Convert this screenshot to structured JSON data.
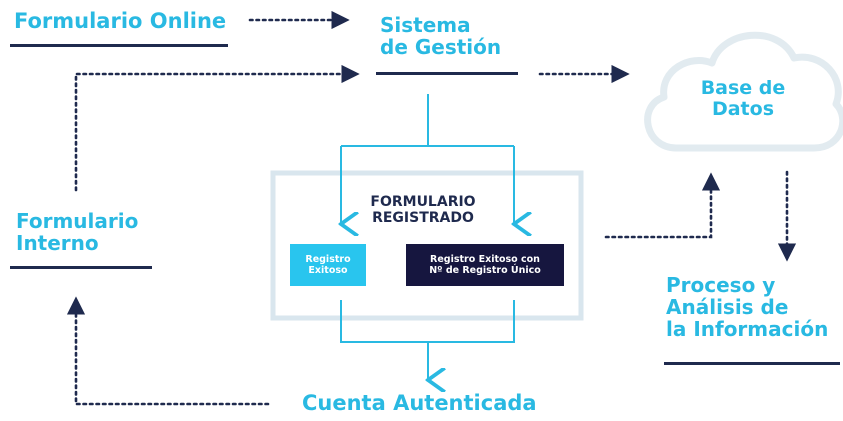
{
  "colors": {
    "accent": "#29b9e2",
    "navy": "#1f2a4e",
    "box_cyan": "#29c5ee",
    "box_navy": "#16163f",
    "frame": "#d9e6ee",
    "cloud": "#e2ebf0"
  },
  "nodes": {
    "formulario_online": "Formulario Online",
    "sistema_gestion": "Sistema\nde Gestión",
    "base_datos": "Base de\nDatos",
    "formulario_interno": "Formulario\nInterno",
    "formulario_registrado": "FORMULARIO\nREGISTRADO",
    "registro_exitoso": "Registro\nExitoso",
    "registro_exitoso_unico": "Registro Exitoso con\nNº de Registro Único",
    "proceso_analisis": "Proceso y\nAnálisis de\nla Información",
    "cuenta_autenticada": "Cuenta Autenticada"
  }
}
